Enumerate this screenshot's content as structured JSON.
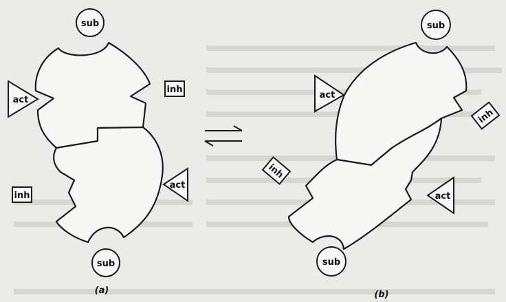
{
  "diagram": {
    "labels": {
      "sub": "sub",
      "act": "act",
      "inh": "inh"
    },
    "panels": [
      "(a)",
      "(b)"
    ]
  }
}
